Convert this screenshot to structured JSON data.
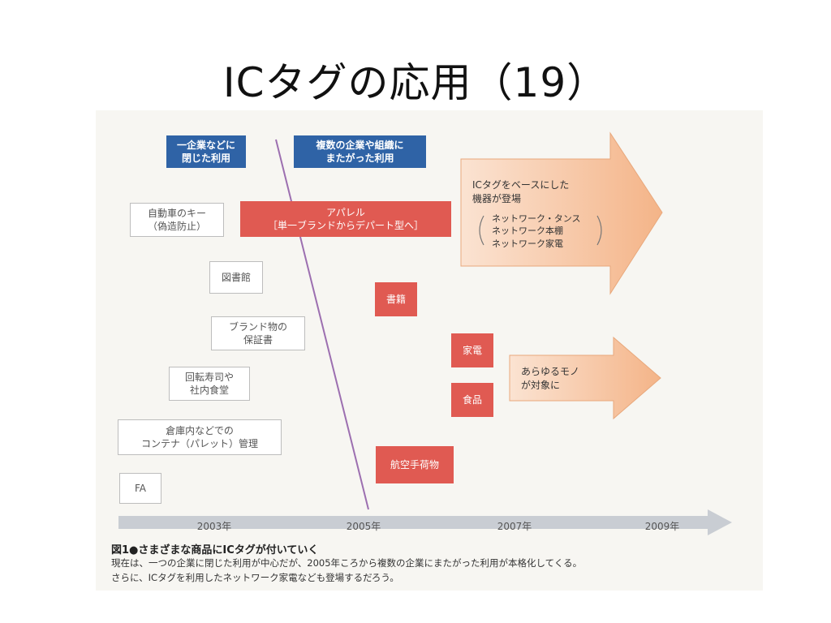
{
  "title": "ICタグの応用（19）",
  "diagram": {
    "header_single": "一企業などに\n閉じた利用",
    "header_multi": "複数の企業や組織に\nまたがった利用",
    "apparel": "アパレル\n［単一ブランドからデパート型へ］",
    "left_items": [
      "自動車のキー\n（偽造防止）",
      "図書館",
      "ブランド物の\n保証書",
      "回転寿司や\n社内食堂",
      "倉庫内などでの\nコンテナ（パレット）管理",
      "FA"
    ],
    "red_items": [
      "書籍",
      "家電",
      "食品",
      "航空手荷物"
    ],
    "big_arrow_title": "ICタグをベースにした\n機器が登場",
    "big_arrow_list": "ネットワーク・タンス\nネットワーク本棚\nネットワーク家電",
    "small_arrow_text": "あらゆるモノ\nが対象に",
    "timeline": [
      "2003年",
      "2005年",
      "2007年",
      "2009年"
    ],
    "colors": {
      "blue": "#2f63a6",
      "red": "#e05a52",
      "orange": "#f4b488",
      "purple": "#9c6fb0",
      "timeline": "#c9cdd3"
    }
  },
  "caption": {
    "heading": "図1●さまざまな商品にICタグが付いていく",
    "line1": "現在は、一つの企業に閉じた利用が中心だが、2005年ころから複数の企業にまたがった利用が本格化してくる。",
    "line2": "さらに、ICタグを利用したネットワーク家電なども登場するだろう。"
  }
}
